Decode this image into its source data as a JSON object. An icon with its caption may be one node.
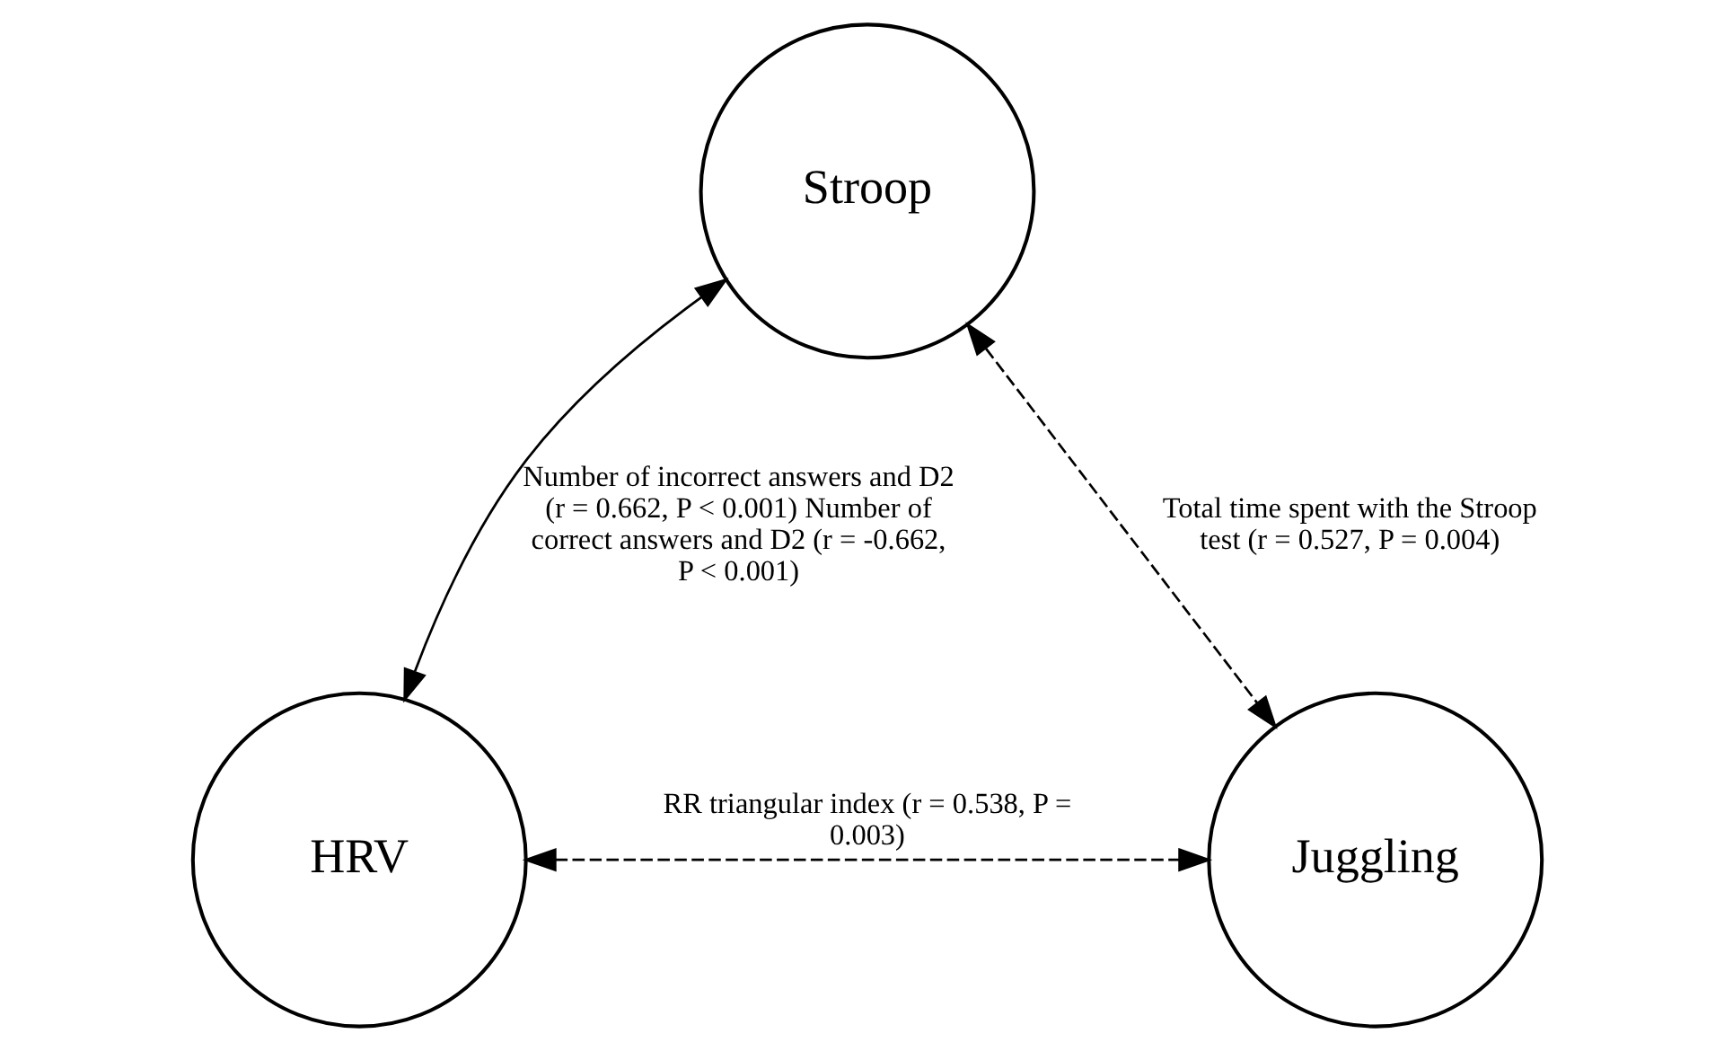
{
  "diagram": {
    "nodes": [
      {
        "text": [
          "Stroop"
        ]
      },
      {
        "text": [
          "HRV"
        ]
      },
      {
        "text": [
          "Juggling"
        ]
      }
    ],
    "edges": [
      {
        "from": 0,
        "to": 1,
        "arrow": "both",
        "label": "Number of incorrect answers and D2 (r = 0.662, P < 0.001) Number of correct answers and D2 (r = -0.662, P < 0.001)"
      },
      {
        "from": 0,
        "to": 2,
        "arrow": "both",
        "style": "dashed",
        "label": "Total time spent with the Stroop test (r = 0.527, P = 0.004)"
      },
      {
        "from": 1,
        "to": 2,
        "arrow": "both",
        "style": "dashed",
        "label": "RR triangular index (r = 0.538, P = 0.003)"
      }
    ]
  }
}
